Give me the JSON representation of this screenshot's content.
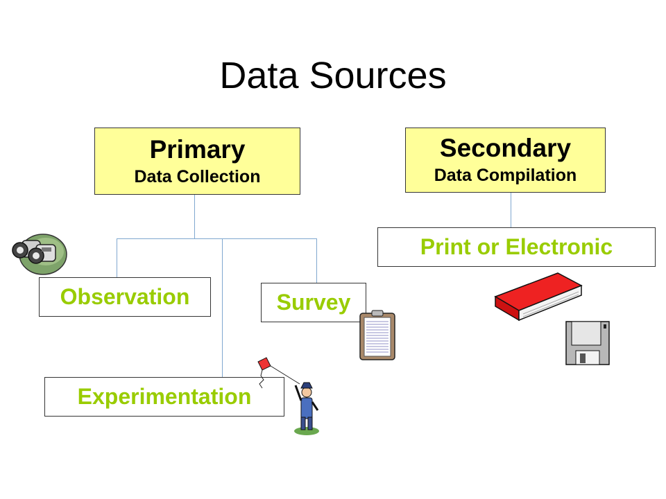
{
  "slide": {
    "title": "Data Sources"
  },
  "primary": {
    "title": "Primary",
    "subtitle": "Data Collection",
    "children": [
      "Observation",
      "Survey",
      "Experimentation"
    ]
  },
  "secondary": {
    "title": "Secondary",
    "subtitle": "Data Compilation",
    "children": [
      "Print or Electronic"
    ]
  },
  "colors": {
    "header_fill": "#ffff99",
    "leaf_text": "#99cc00",
    "connector": "#7fa7cf"
  },
  "icons": {
    "observation": "binoculars-icon",
    "survey": "clipboard-icon",
    "experimentation": "kite-flyer-icon",
    "print": "book-icon",
    "electronic": "floppy-disk-icon"
  }
}
